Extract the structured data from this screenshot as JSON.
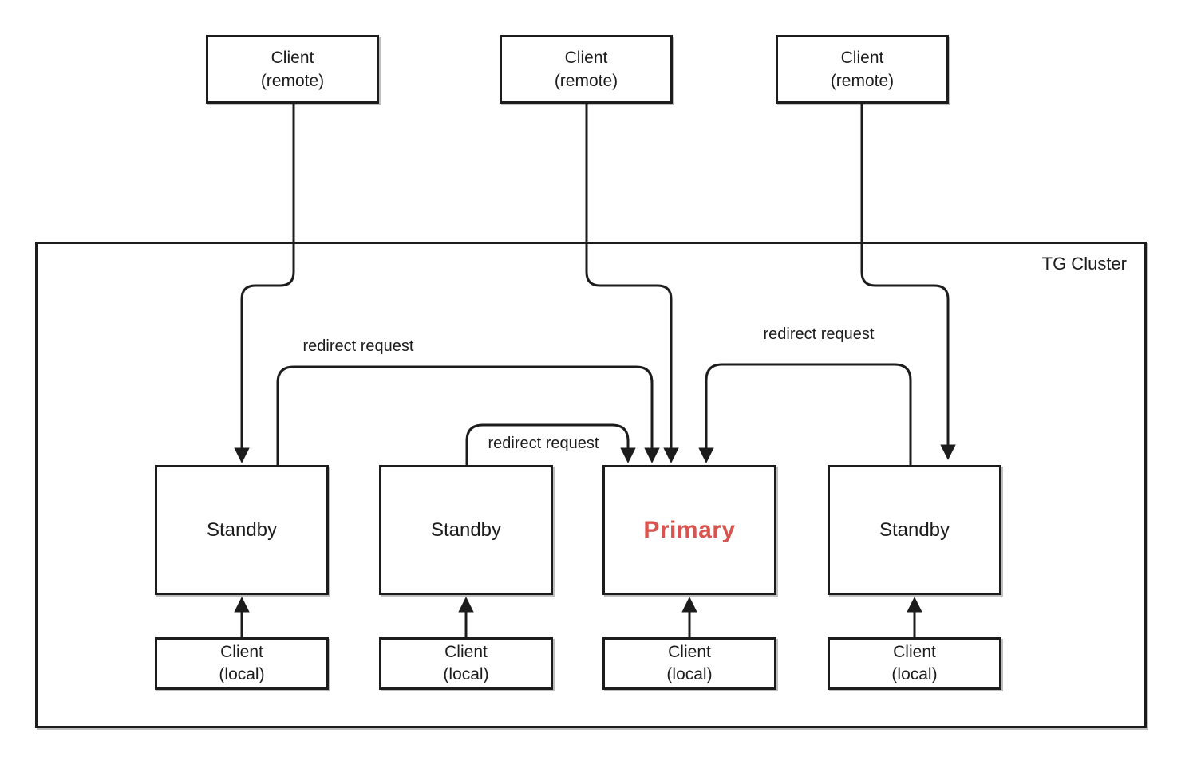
{
  "cluster": {
    "title": "TG Cluster"
  },
  "remote_clients": [
    {
      "line1": "Client",
      "line2": "(remote)"
    },
    {
      "line1": "Client",
      "line2": "(remote)"
    },
    {
      "line1": "Client",
      "line2": "(remote)"
    }
  ],
  "nodes": [
    {
      "label": "Standby",
      "role": "standby"
    },
    {
      "label": "Standby",
      "role": "standby"
    },
    {
      "label": "Primary",
      "role": "primary"
    },
    {
      "label": "Standby",
      "role": "standby"
    }
  ],
  "local_clients": [
    {
      "line1": "Client",
      "line2": "(local)"
    },
    {
      "line1": "Client",
      "line2": "(local)"
    },
    {
      "line1": "Client",
      "line2": "(local)"
    },
    {
      "line1": "Client",
      "line2": "(local)"
    }
  ],
  "edges": {
    "redirect_left_label": "redirect request",
    "redirect_middle_label": "redirect request",
    "redirect_right_label": "redirect request"
  },
  "colors": {
    "primary_text": "#d9534f",
    "line": "#1c1c1c",
    "box_border": "#1c1c1c",
    "background": "#ffffff"
  }
}
